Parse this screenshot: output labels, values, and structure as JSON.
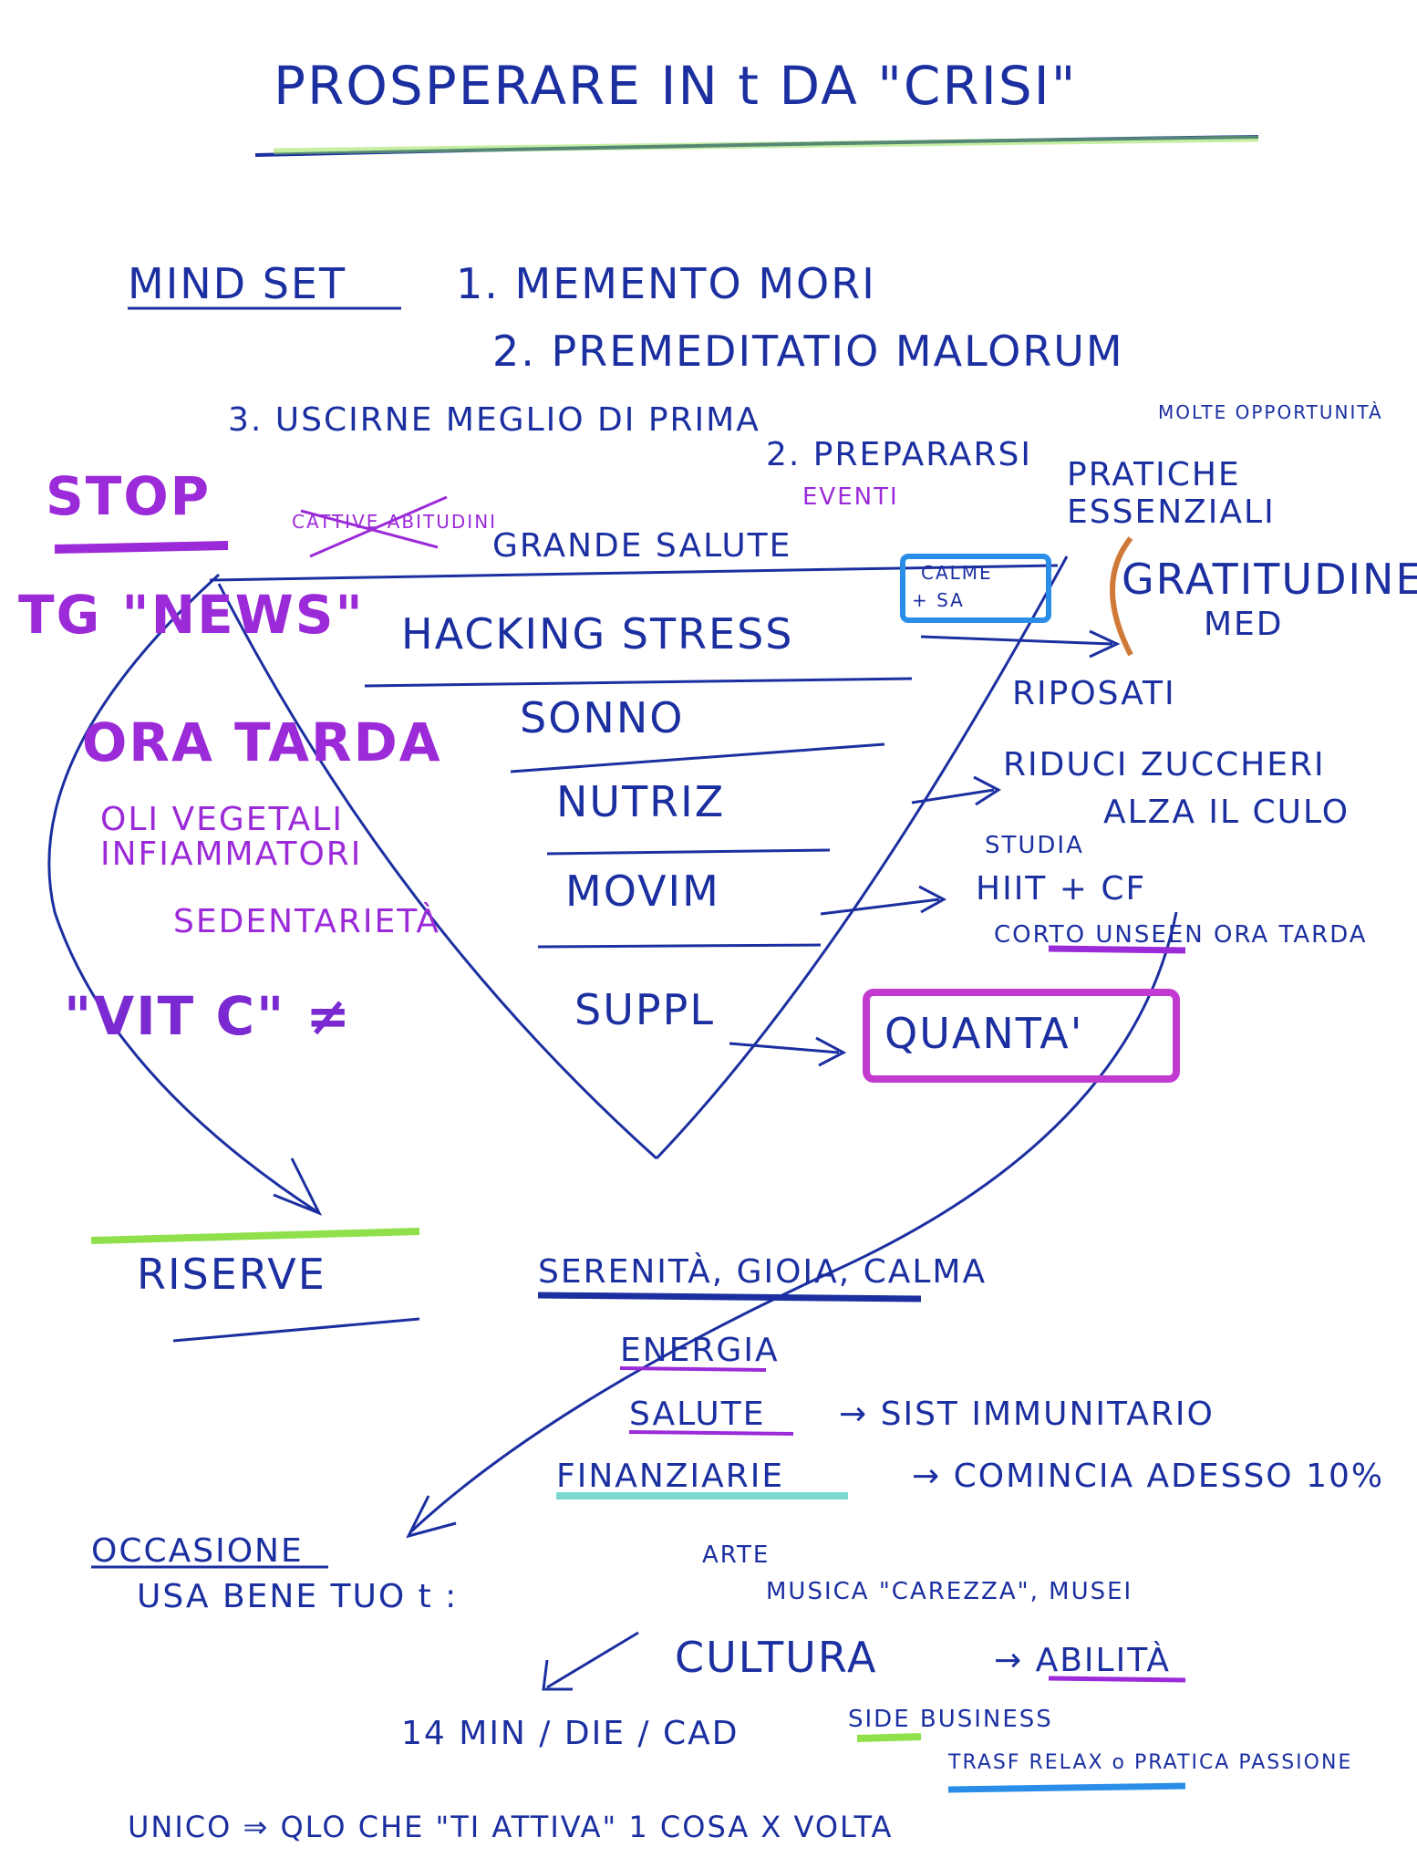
{
  "title": "PROSPERARE IN t DA \"CRISI\"",
  "mindset": {
    "label": "MIND SET",
    "items": [
      "1. MEMENTO MORI",
      "2. PREMEDITATIO MALORUM",
      "3. USCIRNE MEGLIO DI PRIMA"
    ]
  },
  "prepararsi": "2. PREPARARSI",
  "eventi": "EVENTI",
  "pratiche": "PRATICHE ESSENZIALI",
  "opportunita": "MOLTE OPPORTUNITÀ",
  "left_column": {
    "stop": "STOP",
    "tg_news": "TG \"NEWS\"",
    "cattive": "CATTIVE ABITUDINI",
    "ora_tarda": "ORA TARDA",
    "olii": "OLI VEGETALI INFIAMMATORI",
    "sedentarieta": "SEDENTARIETÀ",
    "vitc": "\"VIT C\" ≠"
  },
  "pillars": {
    "salute": "GRANDE SALUTE",
    "items": [
      "HACKING STRESS",
      "SONNO",
      "NUTRIZ",
      "MOVIM",
      "SUPPL"
    ]
  },
  "right_column": {
    "gratitudine": "GRATITUDINE",
    "med": "MED",
    "riposati": "RIPOSATI",
    "riduci": "RIDUCI ZUCCHERI",
    "alza": "ALZA IL CULO",
    "studia": "STUDIA",
    "hiit": "HIIT + CF",
    "corto": "CORTO UNSEEN ORA TARDA",
    "quanta": "QUANTA'",
    "calme": "CALME",
    "sa": "+ SA"
  },
  "riserve": "RISERVE",
  "outcomes": {
    "serenita": "SERENITÀ, GIOIA, CALMA",
    "energia": "ENERGIA",
    "salute": "SALUTE",
    "sistema": "→ SIST IMMUNITARIO",
    "finanziarie": "FINANZIARIE",
    "comincia": "→ COMINCIA ADESSO 10%"
  },
  "bottom": {
    "occasione": "OCCASIONE",
    "usa": "USA BENE TUO t :",
    "arte": "ARTE",
    "musica": "MUSICA \"CAREZZA\", MUSEI",
    "cultura": "CULTURA",
    "abilita": "→ ABILITÀ",
    "min": "14 MIN / DIE / CAD",
    "side": "SIDE BUSINESS",
    "relax": "TRASF RELAX o PRATICA PASSIONE",
    "unico": "UNICO ⇒ QLO CHE \"TI ATTIVA\" 1 COSA X VOLTA"
  }
}
